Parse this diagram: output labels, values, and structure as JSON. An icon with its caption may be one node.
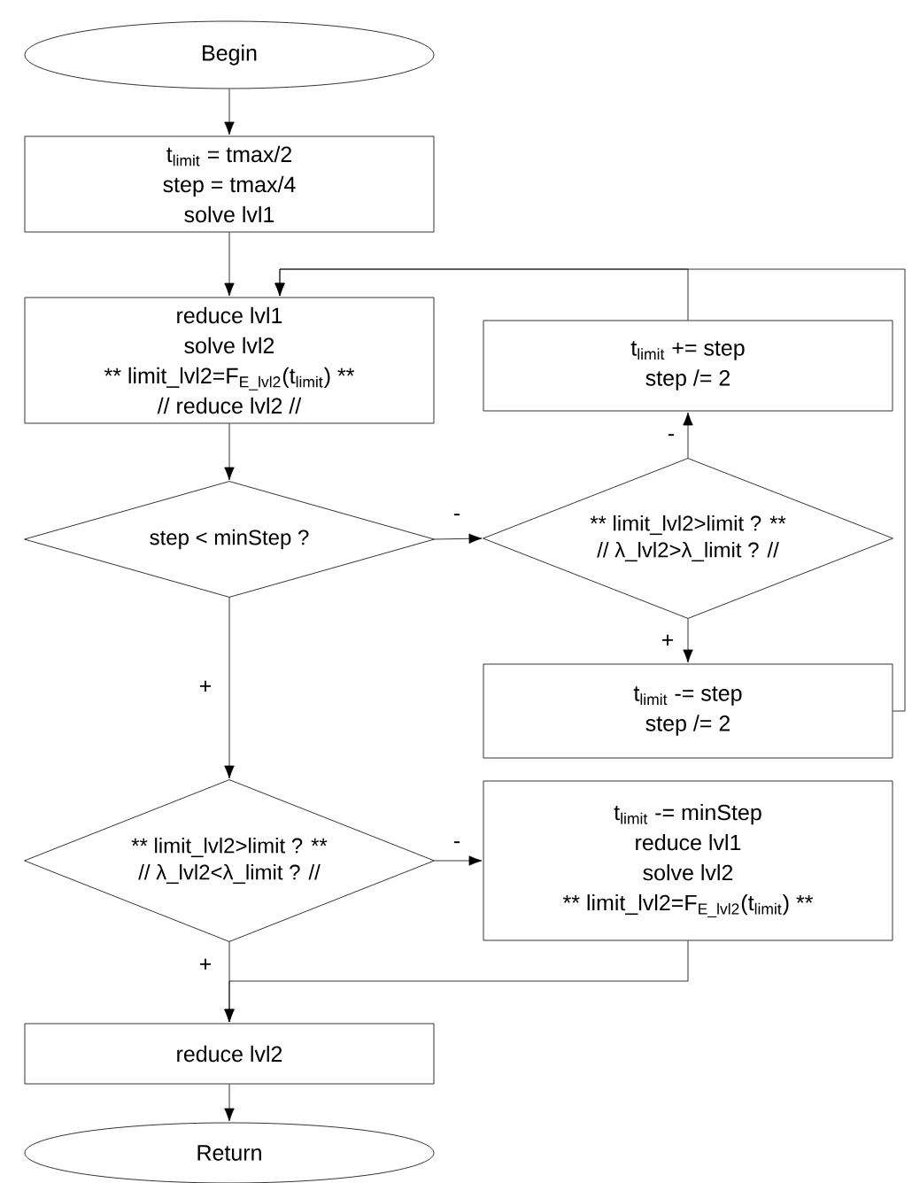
{
  "diagram": {
    "nodes": [
      {
        "text": [
          "Begin"
        ]
      },
      {
        "text": [
          "t$_{limit}$ = tmax/2",
          "step = tmax/4",
          "solve lvl1"
        ]
      },
      {
        "text": [
          "reduce lvl1",
          "solve lvl2",
          "** limit_lvl2=F$_{E_lvl2}$(t$_{limit}$) **",
          "// reduce lvl2 //"
        ]
      },
      {
        "text": [
          "step < minStep ?"
        ]
      },
      {
        "text": [
          "t$_{limit}$ += step",
          "step /= 2"
        ]
      },
      {
        "text": [
          "** limit_lvl2>limit ? **",
          "// λ_lvl2>λ_limit ? //"
        ]
      },
      {
        "text": [
          "t$_{limit}$ -= step",
          "step /= 2"
        ]
      },
      {
        "text": [
          "** limit_lvl2>limit ? **",
          "// λ_lvl2<λ_limit ? //"
        ]
      },
      {
        "text": [
          "t$_{limit}$ -= minStep",
          "reduce lvl1",
          "solve lvl2",
          "** limit_lvl2=F$_{E_lvl2}$(t$_{limit}$) **"
        ]
      },
      {
        "text": [
          "reduce lvl2"
        ]
      },
      {
        "text": [
          "Return"
        ]
      }
    ],
    "edges": [
      {
        "from": 0,
        "to": 1,
        "arrow": "to"
      },
      {
        "from": 1,
        "to": 2,
        "arrow": "to"
      },
      {
        "from": 2,
        "to": 3,
        "arrow": "to"
      },
      {
        "from": 3,
        "to": 5,
        "arrow": "to",
        "label": "-"
      },
      {
        "from": 5,
        "to": 4,
        "arrow": "to",
        "label": "-"
      },
      {
        "from": 4,
        "to": 2,
        "arrow": "to"
      },
      {
        "from": 6,
        "to": 2,
        "arrow": "to"
      },
      {
        "from": 5,
        "to": 6,
        "arrow": "to",
        "label": "+"
      },
      {
        "from": 3,
        "to": 7,
        "arrow": "to",
        "label": "+"
      },
      {
        "from": 7,
        "to": 8,
        "arrow": "to",
        "label": "-"
      },
      {
        "from": 7,
        "to": 9,
        "arrow": "to",
        "label": "+"
      },
      {
        "from": 8,
        "to": 9,
        "arrow": "to"
      },
      {
        "from": 9,
        "to": 10,
        "arrow": "to"
      }
    ]
  }
}
